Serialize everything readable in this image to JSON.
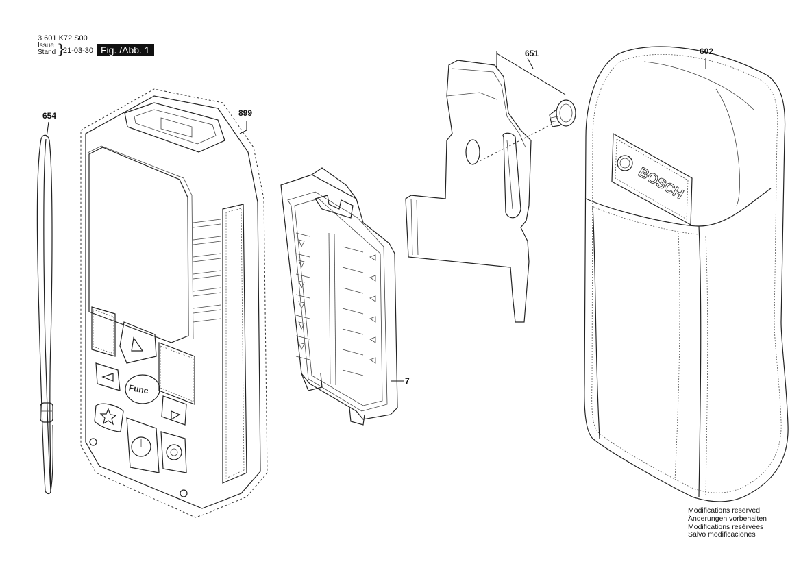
{
  "header": {
    "doc_number": "3 601 K72 S00",
    "issue_label_1": "Issue",
    "issue_label_2": "Stand",
    "issue_date": "21-03-30",
    "figure_label": "Fig. /Abb. 1"
  },
  "parts": [
    {
      "number": "654",
      "name": "wrist-strap"
    },
    {
      "number": "899",
      "name": "measuring-device"
    },
    {
      "number": "7",
      "name": "battery-cover"
    },
    {
      "number": "651",
      "name": "belt-clip"
    },
    {
      "number": "602",
      "name": "protective-bag"
    }
  ],
  "device": {
    "func_button_text": "Func"
  },
  "bag": {
    "logo_text": "BOSCH"
  },
  "footer": {
    "modifications": [
      "Modifications reserved",
      "Änderungen vorbehalten",
      "Modifications resérvées",
      "Salvo modificaciones"
    ]
  }
}
